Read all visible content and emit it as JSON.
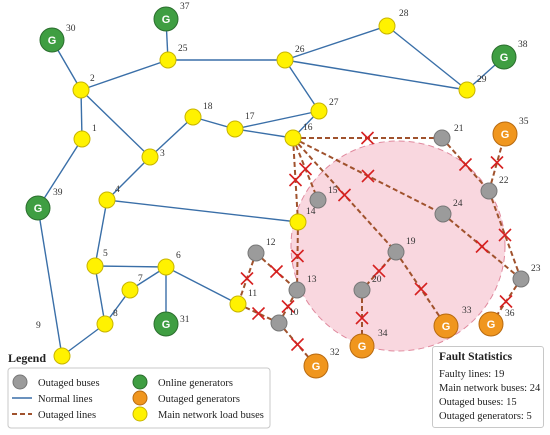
{
  "colors": {
    "normal_line": "#3a6fa8",
    "outaged_line": "#a0522d",
    "cross": "#d62020",
    "load_bus": "#fff200",
    "load_bus_stroke": "#c8b400",
    "outaged_bus": "#9b9b9b",
    "online_gen": "#3f9e42",
    "outaged_gen": "#f0961e",
    "fault_region": "#f7c6d1",
    "fault_region_stroke": "#e08a9e"
  },
  "nodes": [
    {
      "id": "1",
      "label": "1",
      "type": "load"
    },
    {
      "id": "2",
      "label": "2",
      "type": "load"
    },
    {
      "id": "3",
      "label": "3",
      "type": "load"
    },
    {
      "id": "4",
      "label": "4",
      "type": "load"
    },
    {
      "id": "5",
      "label": "5",
      "type": "load"
    },
    {
      "id": "6",
      "label": "6",
      "type": "load"
    },
    {
      "id": "7",
      "label": "7",
      "type": "load"
    },
    {
      "id": "8",
      "label": "8",
      "type": "load"
    },
    {
      "id": "9",
      "label": "9",
      "type": "load"
    },
    {
      "id": "10",
      "label": "10",
      "type": "outaged"
    },
    {
      "id": "11",
      "label": "11",
      "type": "load"
    },
    {
      "id": "12",
      "label": "12",
      "type": "outaged"
    },
    {
      "id": "13",
      "label": "13",
      "type": "outaged"
    },
    {
      "id": "14",
      "label": "14",
      "type": "load"
    },
    {
      "id": "15",
      "label": "15",
      "type": "outaged"
    },
    {
      "id": "16",
      "label": "16",
      "type": "load"
    },
    {
      "id": "17",
      "label": "17",
      "type": "load"
    },
    {
      "id": "18",
      "label": "18",
      "type": "load"
    },
    {
      "id": "19",
      "label": "19",
      "type": "outaged"
    },
    {
      "id": "20",
      "label": "20",
      "type": "outaged"
    },
    {
      "id": "21",
      "label": "21",
      "type": "outaged"
    },
    {
      "id": "22",
      "label": "22",
      "type": "outaged"
    },
    {
      "id": "23",
      "label": "23",
      "type": "outaged"
    },
    {
      "id": "24",
      "label": "24",
      "type": "outaged"
    },
    {
      "id": "25",
      "label": "25",
      "type": "load"
    },
    {
      "id": "26",
      "label": "26",
      "type": "load"
    },
    {
      "id": "27",
      "label": "27",
      "type": "load"
    },
    {
      "id": "28",
      "label": "28",
      "type": "load"
    },
    {
      "id": "29",
      "label": "29",
      "type": "load"
    },
    {
      "id": "30",
      "label": "30",
      "type": "gen_on"
    },
    {
      "id": "31",
      "label": "31",
      "type": "gen_on"
    },
    {
      "id": "32",
      "label": "32",
      "type": "gen_off"
    },
    {
      "id": "33",
      "label": "33",
      "type": "gen_off"
    },
    {
      "id": "34",
      "label": "34",
      "type": "gen_off"
    },
    {
      "id": "35",
      "label": "35",
      "type": "gen_off"
    },
    {
      "id": "36",
      "label": "36",
      "type": "gen_off"
    },
    {
      "id": "37",
      "label": "37",
      "type": "gen_on"
    },
    {
      "id": "38",
      "label": "38",
      "type": "gen_on"
    },
    {
      "id": "39",
      "label": "39",
      "type": "gen_on"
    }
  ],
  "normal_lines": [
    [
      "30",
      "2"
    ],
    [
      "2",
      "1"
    ],
    [
      "1",
      "39"
    ],
    [
      "39",
      "9"
    ],
    [
      "2",
      "25"
    ],
    [
      "25",
      "37"
    ],
    [
      "25",
      "26"
    ],
    [
      "26",
      "28"
    ],
    [
      "28",
      "29"
    ],
    [
      "29",
      "38"
    ],
    [
      "26",
      "29"
    ],
    [
      "26",
      "27"
    ],
    [
      "27",
      "16"
    ],
    [
      "2",
      "3"
    ],
    [
      "3",
      "18"
    ],
    [
      "18",
      "17"
    ],
    [
      "17",
      "16"
    ],
    [
      "17",
      "27"
    ],
    [
      "3",
      "4"
    ],
    [
      "4",
      "14"
    ],
    [
      "4",
      "5"
    ],
    [
      "5",
      "6"
    ],
    [
      "5",
      "8"
    ],
    [
      "8",
      "9"
    ],
    [
      "8",
      "7"
    ],
    [
      "7",
      "6"
    ],
    [
      "6",
      "31"
    ],
    [
      "6",
      "11"
    ]
  ],
  "outaged_lines": [
    [
      "16",
      "21"
    ],
    [
      "16",
      "15"
    ],
    [
      "16",
      "24"
    ],
    [
      "16",
      "19"
    ],
    [
      "16",
      "14"
    ],
    [
      "21",
      "22"
    ],
    [
      "22",
      "35"
    ],
    [
      "22",
      "23"
    ],
    [
      "24",
      "23"
    ],
    [
      "19",
      "20"
    ],
    [
      "19",
      "33"
    ],
    [
      "20",
      "34"
    ],
    [
      "23",
      "36"
    ],
    [
      "14",
      "13"
    ],
    [
      "12",
      "13"
    ],
    [
      "12",
      "11"
    ],
    [
      "11",
      "10"
    ],
    [
      "10",
      "13"
    ],
    [
      "10",
      "32"
    ]
  ],
  "legend": {
    "title": "Legend",
    "items": [
      {
        "kind": "outaged_bus",
        "label": "Outaged buses"
      },
      {
        "kind": "online_gen",
        "label": "Online generators"
      },
      {
        "kind": "normal_line",
        "label": "Normal lines"
      },
      {
        "kind": "outaged_gen",
        "label": "Outaged generators"
      },
      {
        "kind": "outaged_line",
        "label": "Outaged lines"
      },
      {
        "kind": "load_bus",
        "label": "Main network load buses"
      }
    ]
  },
  "gen_symbol": "G",
  "stats": {
    "title": "Fault Statistics",
    "faulty_lines": "Faulty lines: 19",
    "main_buses": "Main network buses: 24",
    "outaged_buses": "Outaged buses: 15",
    "outaged_generators": "Outaged generators: 5"
  }
}
